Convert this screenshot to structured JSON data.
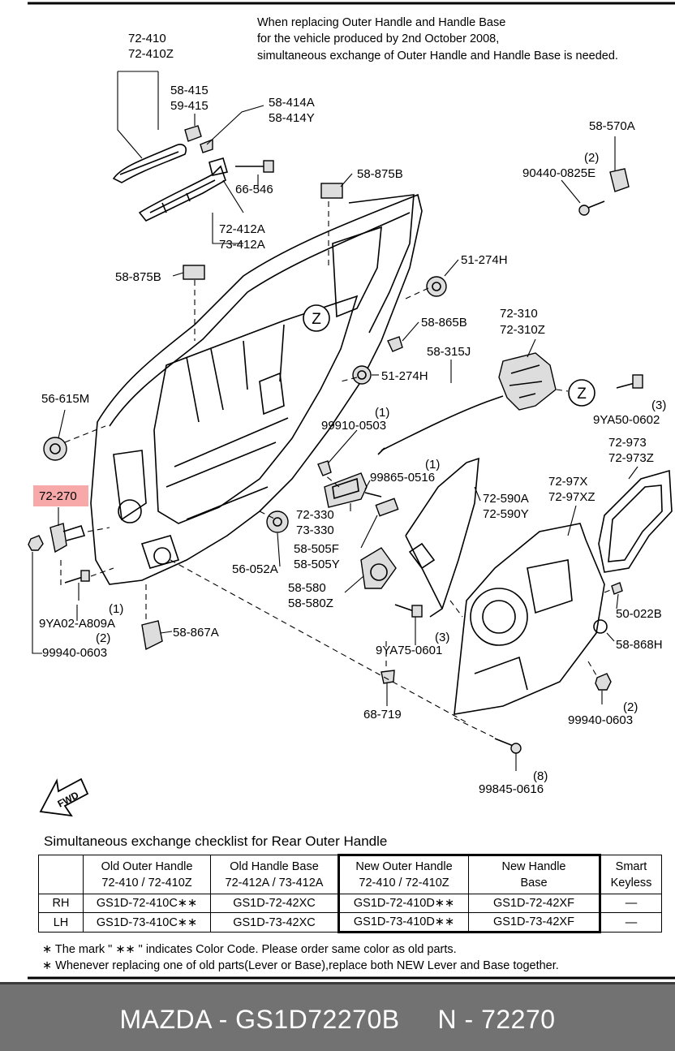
{
  "notice": {
    "line1": "When replacing Outer Handle and Handle Base",
    "line2": "for the vehicle produced by 2nd October 2008,",
    "line3": "simultaneous exchange of Outer Handle and Handle Base is needed."
  },
  "labels": {
    "l72410": "72-410",
    "l72410z": "72-410Z",
    "l58415": "58-415",
    "l59415": "59-415",
    "l58414a": "58-414A",
    "l58414y": "58-414Y",
    "l66546": "66-546",
    "l72412a": "72-412A",
    "l73412a": "73-412A",
    "l58875b_top": "58-875B",
    "l58875b_left": "58-875B",
    "l58570a": "58-570A",
    "l90440_qty": "(2)",
    "l90440": "90440-0825E",
    "l51274h_top": "51-274H",
    "z_top": "Z",
    "l58865b": "58-865B",
    "l72310": "72-310",
    "l72310z": "72-310Z",
    "l58315j": "58-315J",
    "l51274h_mid": "51-274H",
    "z_right": "Z",
    "l9ya50_qty": "(3)",
    "l9ya50": "9YA50-0602",
    "l56615m": "56-615M",
    "l99910_qty": "(1)",
    "l99910": "99910-0503",
    "l72973": "72-973",
    "l72973z": "72-973Z",
    "l99865_qty": "(1)",
    "l99865": "99865-0516",
    "l72270": "72-270",
    "l72590a": "72-590A",
    "l72590y": "72-590Y",
    "l7297x": "72-97X",
    "l7297xz": "72-97XZ",
    "l72330": "72-330",
    "l73330": "73-330",
    "l58505f": "58-505F",
    "l58505y": "58-505Y",
    "l56052a": "56-052A",
    "l58580": "58-580",
    "l58580z": "58-580Z",
    "l50022b": "50-022B",
    "l9ya02_qty": "(1)",
    "l9ya02": "9YA02-A809A",
    "l58867a": "58-867A",
    "l99940l_qty": "(2)",
    "l99940l": "99940-0603",
    "l9ya75_qty": "(3)",
    "l9ya75": "9YA75-0601",
    "l58868h": "58-868H",
    "l68719": "68-719",
    "l99940r_qty": "(2)",
    "l99940r": "99940-0603",
    "l99845_qty": "(8)",
    "l99845": "99845-0616",
    "fwd": "FWD"
  },
  "checklist": {
    "title": "Simultaneous exchange checklist for Rear Outer Handle",
    "headers": [
      {
        "line1": "Old Outer Handle",
        "line2": "72-410 / 72-410Z"
      },
      {
        "line1": "Old Handle Base",
        "line2": "72-412A / 73-412A"
      },
      {
        "line1": "New Outer Handle",
        "line2": "72-410 / 72-410Z"
      },
      {
        "line1": "New Handle",
        "line2": "Base"
      },
      {
        "line1": "Smart",
        "line2": "Keyless"
      }
    ],
    "rows": [
      {
        "side": "RH",
        "cells": [
          "GS1D-72-410C∗∗",
          "GS1D-72-42XC",
          "GS1D-72-410D∗∗",
          "GS1D-72-42XF",
          "—"
        ]
      },
      {
        "side": "LH",
        "cells": [
          "GS1D-73-410C∗∗",
          "GS1D-73-42XC",
          "GS1D-73-410D∗∗",
          "GS1D-73-42XF",
          "—"
        ]
      }
    ]
  },
  "footnotes": [
    "∗  The mark \" ∗∗ \" indicates Color Code. Please order same color as old parts.",
    "∗  Whenever replacing one of old parts(Lever or Base),replace both NEW Lever and Base together."
  ],
  "caption": "MAZDA - GS1D72270B     N - 72270",
  "colors": {
    "highlight": "#f7a8a8",
    "bar": "#727272",
    "caption_text": "#ffffff"
  }
}
